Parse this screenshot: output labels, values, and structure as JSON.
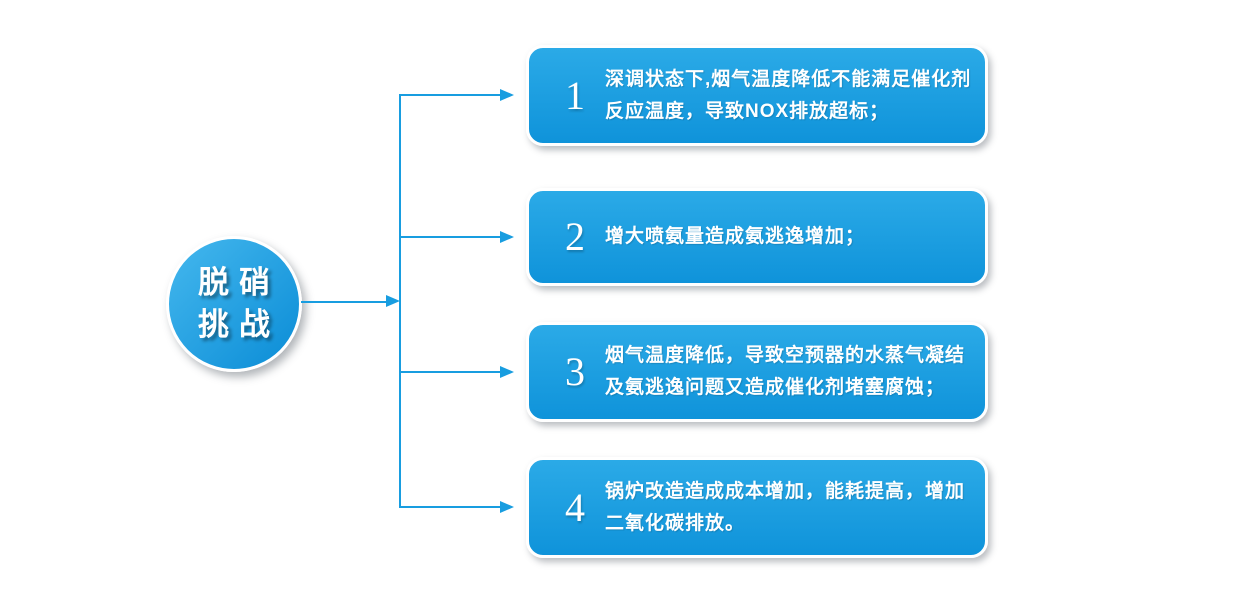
{
  "hub": {
    "line1": "脱硝",
    "line2": "挑战"
  },
  "challenges": [
    {
      "number": "1",
      "lines": [
        "深调状态下,烟气温度降低不能满足催化剂",
        "反应温度，导致NOX排放超标；"
      ]
    },
    {
      "number": "2",
      "lines": [
        "增大喷氨量造成氨逃逸增加；"
      ]
    },
    {
      "number": "3",
      "lines": [
        "烟气温度降低，导致空预器的水蒸气凝结",
        "及氨逃逸问题又造成催化剂堵塞腐蚀；"
      ]
    },
    {
      "number": "4",
      "lines": [
        "锅炉改造造成成本增加，能耗提高，增加",
        "二氧化碳排放。"
      ]
    }
  ],
  "colors": {
    "accent": "#189DE0",
    "card_top": "#2BAAE7",
    "card_bottom": "#0F93DA",
    "circle_top": "#45B8EE",
    "circle_bottom": "#0A8CD6",
    "text": "#FFFFFF",
    "background": "#FFFFFF"
  }
}
